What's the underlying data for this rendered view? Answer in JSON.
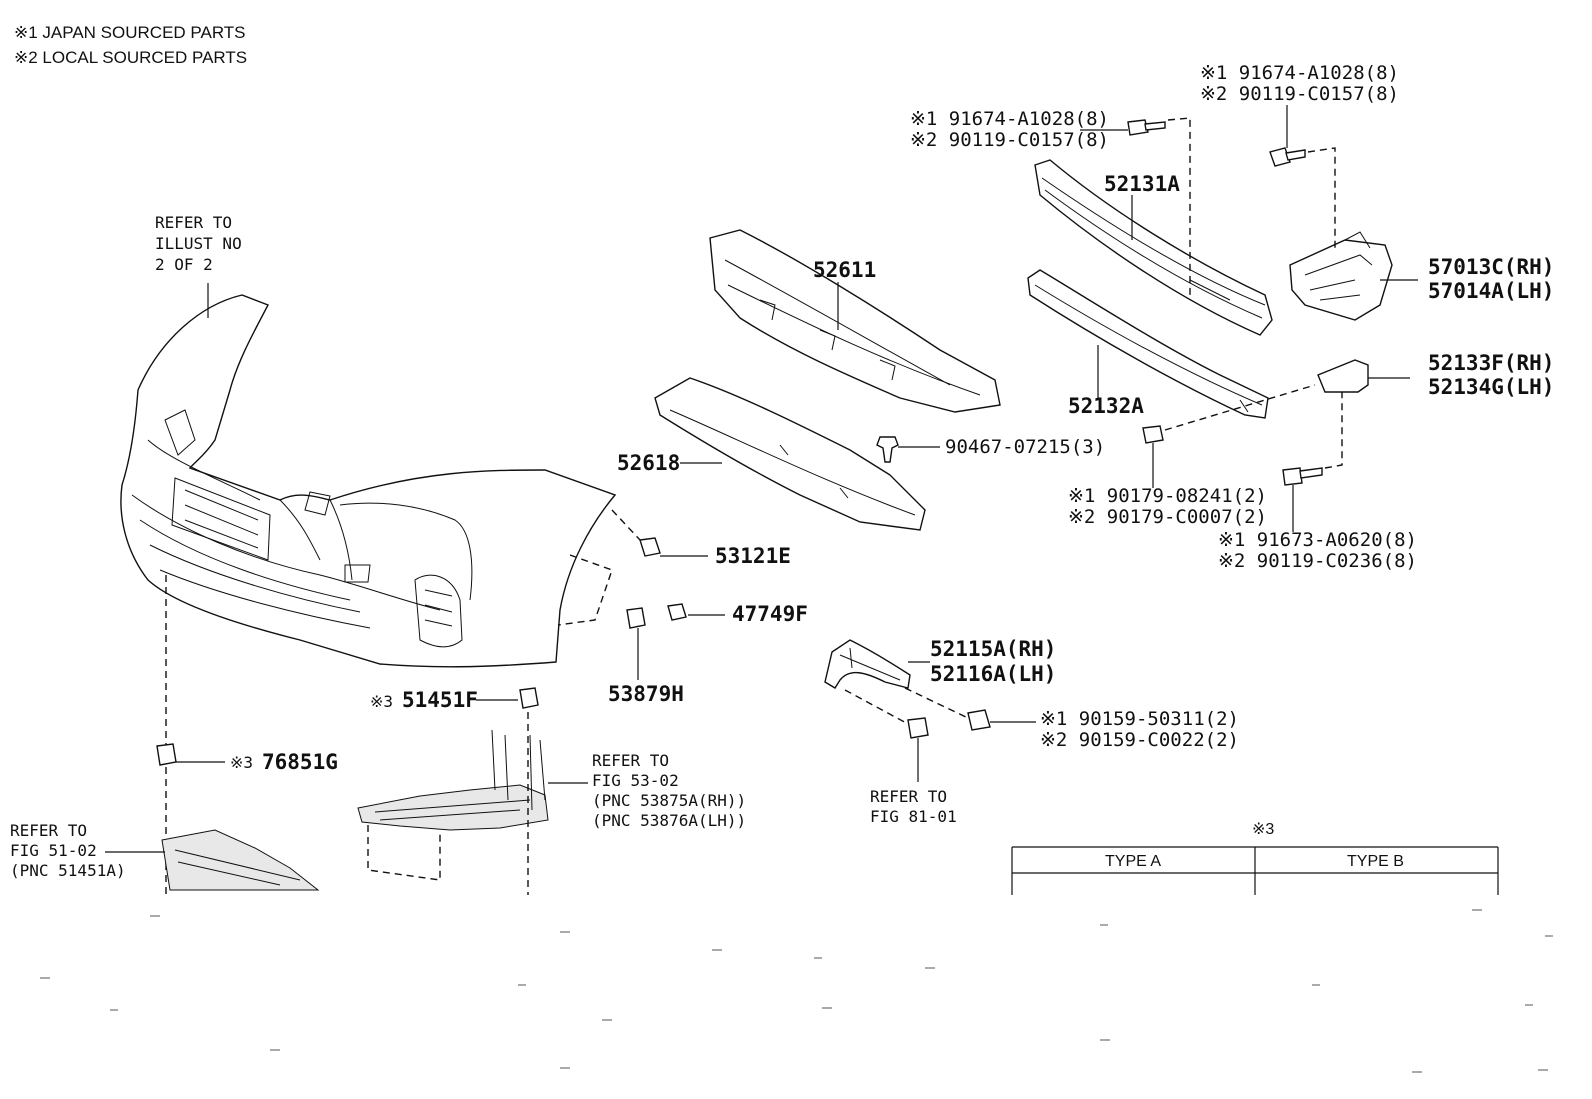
{
  "legend": {
    "note1": "※1  JAPAN SOURCED PARTS",
    "note2": "※2  LOCAL SOURCED PARTS"
  },
  "refs": {
    "illust_1": "REFER TO",
    "illust_2": "ILLUST NO",
    "illust_3": "2 OF 2",
    "fig5302_1": "REFER TO",
    "fig5302_2": "FIG 53-02",
    "fig5302_3": "(PNC 53875A(RH))",
    "fig5302_4": "(PNC 53876A(LH))",
    "fig5102_1": "REFER TO",
    "fig5102_2": "FIG 51-02",
    "fig5102_3": "(PNC 51451A)",
    "fig8101_1": "REFER TO",
    "fig8101_2": "FIG 81-01"
  },
  "parts": {
    "p52611": "52611",
    "p52618": "52618",
    "p52131A": "52131A",
    "p52132A": "52132A",
    "p53121E": "53121E",
    "p47749F": "47749F",
    "p53879H": "53879H",
    "p51451F_mark": "※3",
    "p51451F": "51451F",
    "p76851G_mark": "※3",
    "p76851G": "76851G",
    "p90467": "90467-07215(3)",
    "p57013C": "57013C(RH)",
    "p57014A": "57014A(LH)",
    "p52133F": "52133F(RH)",
    "p52134G": "52134G(LH)",
    "p52115A": "52115A(RH)",
    "p52116A": "52116A(LH)",
    "bolt_top_left_1": "※1 91674-A1028(8)",
    "bolt_top_left_2": "※2 90119-C0157(8)",
    "bolt_top_right_1": "※1 91674-A1028(8)",
    "bolt_top_right_2": "※2 90119-C0157(8)",
    "nut_1": "※1 90179-08241(2)",
    "nut_2": "※2 90179-C0007(2)",
    "bolt_side_1": "※1 91673-A0620(8)",
    "bolt_side_2": "※2 90119-C0236(8)",
    "bolt_bracket_1": "※1 90159-50311(2)",
    "bolt_bracket_2": "※2 90159-C0022(2)"
  },
  "type_table": {
    "mark": "※3",
    "col_a": "TYPE A",
    "col_b": "TYPE B"
  }
}
